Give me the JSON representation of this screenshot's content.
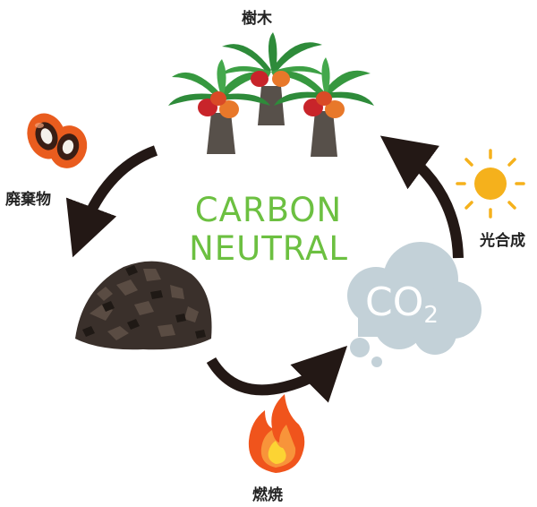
{
  "center": {
    "line1": "CARBON",
    "line2": "NEUTRAL"
  },
  "nodes": {
    "trees": "樹木",
    "waste": "廃棄物",
    "photosynthesis": "光合成",
    "combustion": "燃焼"
  },
  "cloud": {
    "text": "CO",
    "subscript": "2"
  },
  "colors": {
    "accent_green": "#6cc041",
    "arrow": "#231815",
    "cloud": "#c3d1d8",
    "sun": "#f5b11c",
    "flame_outer": "#f0541c",
    "flame_inner": "#fcd433"
  }
}
